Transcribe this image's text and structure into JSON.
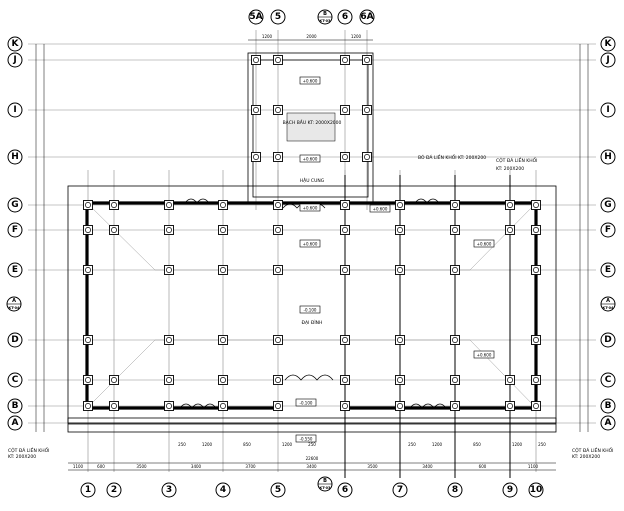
{
  "drawing": {
    "grid_columns": [
      "1",
      "2",
      "3",
      "4",
      "5",
      "6",
      "7",
      "8",
      "9",
      "10"
    ],
    "top_columns": [
      "5A",
      "5",
      "6",
      "6A"
    ],
    "grid_rows": [
      "K",
      "J",
      "I",
      "H",
      "G",
      "F",
      "E",
      "D",
      "C",
      "B",
      "A"
    ],
    "section_markers": {
      "top": {
        "number": "B",
        "sheet": "KT-03"
      },
      "bottom": {
        "number": "B",
        "sheet": "KT-03"
      },
      "left": {
        "number": "A",
        "sheet": "KT-04"
      },
      "right": {
        "number": "A",
        "sheet": "KT-04"
      }
    },
    "level_tags": [
      "+0.600",
      "+0.600",
      "+0.600",
      "+0.600",
      "+0.600",
      "+0.600",
      "+0.600",
      "-0.100",
      "-0.100",
      "-0.550"
    ],
    "room_labels": {
      "back_hall": "HẬU CUNG",
      "main_hall": "ĐẠI ĐÌNH",
      "altar": "BẠCH BẦU KT: 2000X2000"
    },
    "notes": {
      "left_bottom": "CỘT ĐÁ LIỀN KHỐI",
      "left_bottom_size": "KT: 200X200",
      "right_bottom": "CỘT ĐÁ LIỀN KHỐI",
      "right_bottom_size": "KT: 200X200",
      "right_top1": "BÓ ĐÁ LIỀN KHỐI KT: 200X200",
      "right_top2": "CỘT ĐÁ LIỀN KHỐI",
      "right_top3": "KT: 200X200"
    },
    "dims": {
      "top_span": [
        "1200",
        "2000",
        "1200"
      ],
      "bottom_total": "22600",
      "bottom_spans": [
        "1100",
        "600",
        "3500",
        "3400",
        "3700",
        "3400",
        "3500",
        "3400",
        "600",
        "1100"
      ],
      "front_small": [
        "250",
        "1200",
        "850",
        "1200",
        "250"
      ]
    }
  }
}
